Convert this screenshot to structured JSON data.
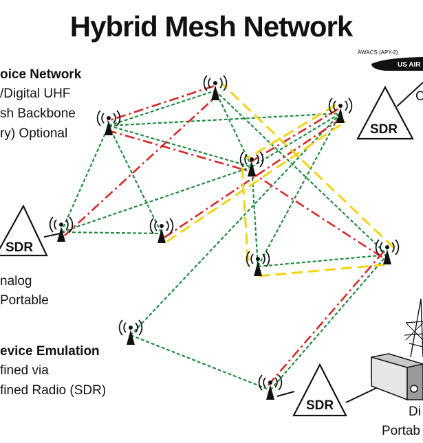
{
  "title": "Hybrid Mesh Network",
  "labels": {
    "voice_network_line1": "oice Network",
    "voice_network_line2": "/Digital UHF",
    "voice_network_line3": "sh Backbone",
    "voice_network_line4": "ry) Optional",
    "analog_line1": "nalog",
    "analog_line2": "Portable",
    "emulation_line1": "evice Emulation",
    "emulation_line2": "fined via",
    "emulation_line3": "fined Radio (SDR)",
    "digital_line1": "Di",
    "digital_line2": "Portab",
    "c_fragment": "C"
  },
  "sdr_labels": [
    "SDR",
    "SDR",
    "SDR"
  ],
  "aircraft": {
    "caption": "AWACS (APY-2)",
    "fuselage_text": "US AIR"
  },
  "colors": {
    "green_link": "#1f8a3c",
    "red_link": "#d62828",
    "yellow_link": "#f5d30f"
  },
  "link_styles": {
    "g": "green-dashed",
    "r": "red-dash-dot",
    "y": "yellow-long-dash"
  },
  "nodes": [
    {
      "id": "n1",
      "icon": "radio-tower-icon"
    },
    {
      "id": "n2",
      "icon": "radio-tower-icon"
    },
    {
      "id": "n3",
      "icon": "radio-tower-icon"
    },
    {
      "id": "n4",
      "icon": "radio-tower-icon"
    },
    {
      "id": "n5",
      "icon": "radio-tower-icon"
    },
    {
      "id": "n6",
      "icon": "radio-tower-icon"
    },
    {
      "id": "n7",
      "icon": "radio-tower-icon"
    },
    {
      "id": "n8",
      "icon": "radio-tower-icon"
    },
    {
      "id": "n9",
      "icon": "radio-tower-icon"
    },
    {
      "id": "n10",
      "icon": "radio-tower-icon"
    }
  ],
  "links": [
    {
      "from": "n1",
      "to": "n2",
      "style": "g"
    },
    {
      "from": "n2",
      "to": "n3",
      "style": "g"
    },
    {
      "from": "n2",
      "to": "n4",
      "style": "g"
    },
    {
      "from": "n2",
      "to": "n6",
      "style": "g"
    },
    {
      "from": "n2",
      "to": "n5",
      "style": "g"
    },
    {
      "from": "n1",
      "to": "n5",
      "style": "g"
    },
    {
      "from": "n1",
      "to": "n4",
      "style": "g"
    },
    {
      "from": "n4",
      "to": "n3",
      "style": "g"
    },
    {
      "from": "n4",
      "to": "n6",
      "style": "g"
    },
    {
      "from": "n4",
      "to": "n7",
      "style": "g"
    },
    {
      "from": "n3",
      "to": "n9",
      "style": "g"
    },
    {
      "from": "n6",
      "to": "n7",
      "style": "g"
    },
    {
      "from": "n7",
      "to": "n9",
      "style": "g"
    },
    {
      "from": "n6",
      "to": "n8",
      "style": "g"
    },
    {
      "from": "n8",
      "to": "n10",
      "style": "g"
    },
    {
      "from": "n10",
      "to": "n9",
      "style": "g"
    },
    {
      "from": "n1",
      "to": "n3",
      "style": "r"
    },
    {
      "from": "n3",
      "to": "n2",
      "style": "r"
    },
    {
      "from": "n2",
      "to": "n4",
      "style": "r"
    },
    {
      "from": "n5",
      "to": "n6",
      "style": "r"
    },
    {
      "from": "n6",
      "to": "n4",
      "style": "r"
    },
    {
      "from": "n4",
      "to": "n9",
      "style": "r"
    },
    {
      "from": "n9",
      "to": "n10",
      "style": "r"
    },
    {
      "from": "n5",
      "to": "n6",
      "style": "y"
    },
    {
      "from": "n6",
      "to": "n4",
      "style": "y"
    },
    {
      "from": "n4",
      "to": "n7",
      "style": "y"
    },
    {
      "from": "n7",
      "to": "n9",
      "style": "y"
    },
    {
      "from": "n9",
      "to": "n3",
      "style": "y"
    }
  ]
}
